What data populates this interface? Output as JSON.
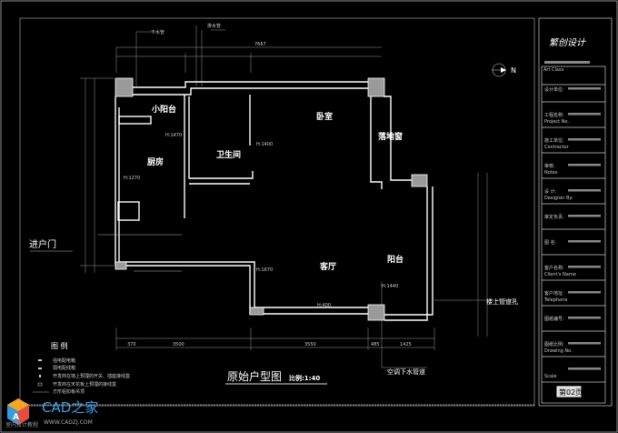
{
  "drawing": {
    "title": "原始户型图",
    "scale": "比例:1:40",
    "rooms": {
      "small_balcony": "小阳台",
      "kitchen": "厨房",
      "bathroom": "卫生间",
      "bedroom": "卧室",
      "french_window": "落地窗",
      "living_room": "客厅",
      "balcony": "阳台"
    },
    "entrance": "进户门",
    "north": "N",
    "annotations": {
      "ac_drain": "空调下水管道",
      "upstairs_pipe_hole": "楼上管道孔",
      "drain_pipe": "下水管",
      "exhaust": "排水管",
      "elev_1": "H:1400",
      "elev_2": "H:1670",
      "elev_3": "H:1470",
      "elev_4": "H:1270",
      "elev_5": "H:400",
      "elev_6": "H:1440"
    },
    "dimensions": [
      "370",
      "3500",
      "3550",
      "485",
      "1425",
      "7667"
    ]
  },
  "legend": {
    "title": "图  例",
    "items": [
      "强电配电箱",
      "弱电配线箱",
      "开发商在墙上预埋的开关、插座接线盒",
      "开发商在天花板上预埋的接线盒",
      "方形铝扣板吊顶"
    ]
  },
  "title_block": {
    "logo": "繁创设计",
    "art_class": "Art Class",
    "fields": [
      {
        "label": "设计单位:",
        "value": ""
      },
      {
        "label": "工程名称:",
        "value": "Project No."
      },
      {
        "label": "施工单位:",
        "value": "Contractor"
      },
      {
        "label": "审核:",
        "value": "Notes"
      },
      {
        "label": "设 计:",
        "value": "Designer By:"
      },
      {
        "label": "审定负责:",
        "value": ""
      },
      {
        "label": "图 名:",
        "value": ""
      },
      {
        "label": "客户名称:",
        "value": "Client's Name"
      },
      {
        "label": "客户地址:",
        "value": "Telephone"
      },
      {
        "label": "图纸编号:",
        "value": ""
      },
      {
        "label": "图纸比例:",
        "value": "Drawing No."
      },
      {
        "label": "",
        "value": "Scale"
      }
    ],
    "page": "第02页"
  },
  "watermark": {
    "brand": "CAD之家",
    "url": "WWW.CADZJ.COM",
    "caption": "室内设计教程"
  }
}
